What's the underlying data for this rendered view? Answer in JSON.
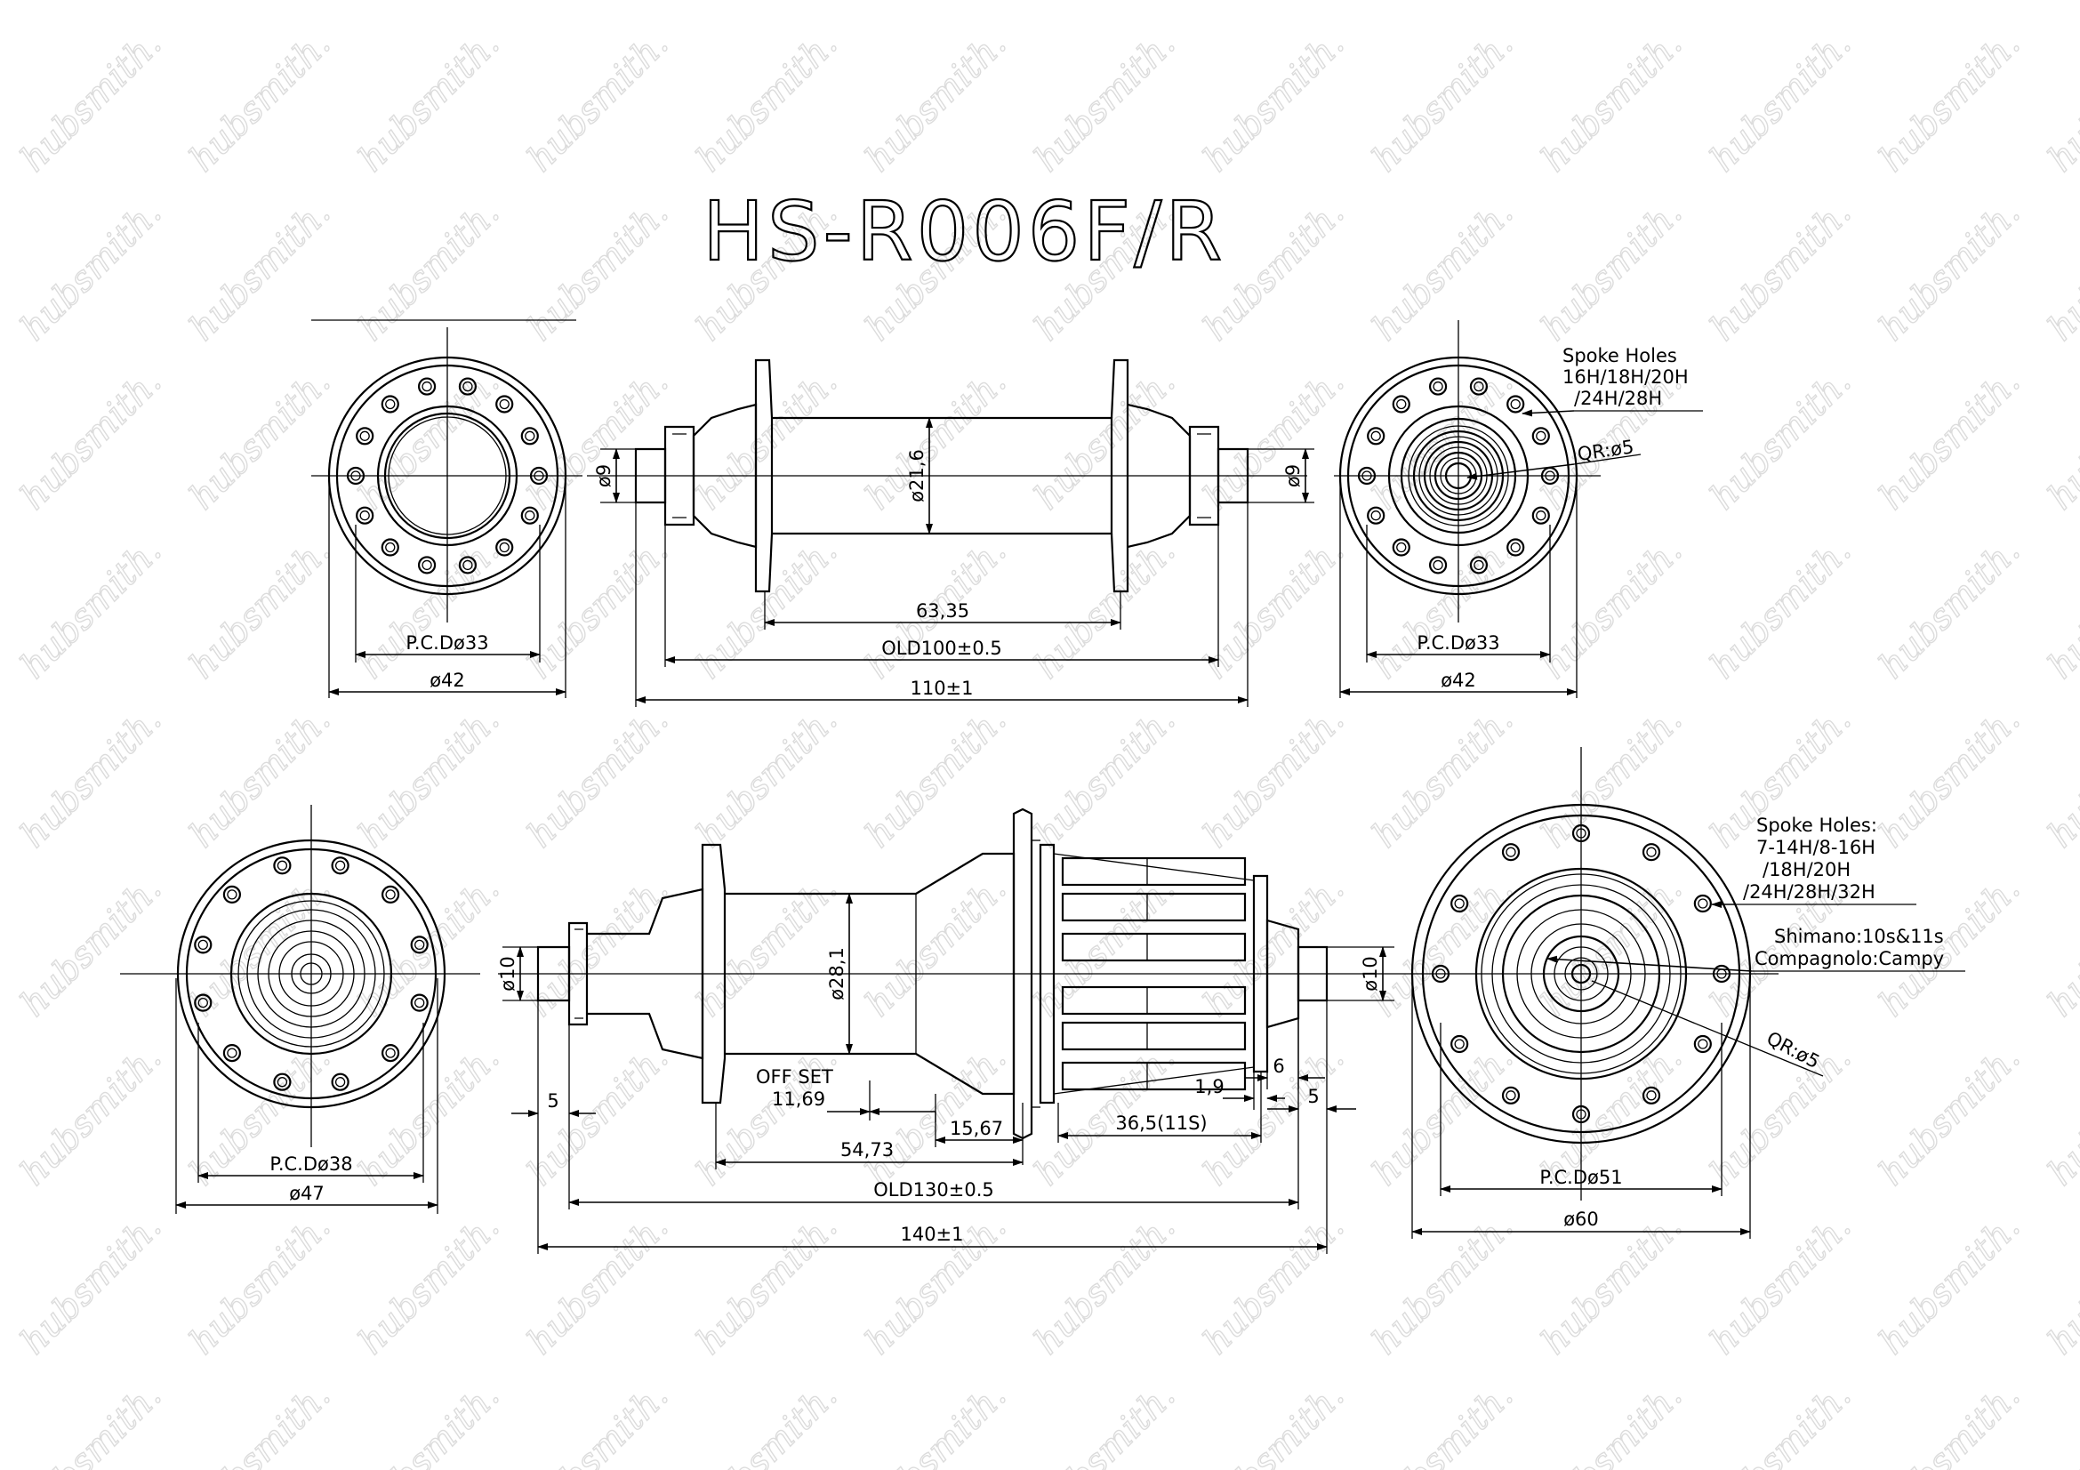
{
  "title": "HS-R006F/R",
  "watermark": "hubsmith.",
  "front": {
    "left_view": {
      "pcd": "P.C.Dø33",
      "outer": "ø42"
    },
    "side_view": {
      "axle_left": "ø9",
      "axle_right": "ø9",
      "body_dia": "ø21,6",
      "flange_spacing": "63,35",
      "old": "OLD100±0.5",
      "overall": "110±1"
    },
    "right_view": {
      "pcd": "P.C.Dø33",
      "outer": "ø42",
      "spoke_holes_title": "Spoke Holes",
      "spoke_holes_line1": "16H/18H/20H",
      "spoke_holes_line2": "/24H/28H",
      "qr": "QR:ø5"
    }
  },
  "rear": {
    "left_view": {
      "pcd": "P.C.Dø38",
      "outer": "ø47"
    },
    "side_view": {
      "axle_left": "ø10",
      "axle_right": "ø10",
      "body_dia": "ø28,1",
      "offset_label": "OFF SET",
      "offset_value": "11,69",
      "dim_54": "54,73",
      "dim_15": "15,67",
      "dim_1_9": "1,9",
      "dim_6": "6",
      "dim_5_left": "5",
      "dim_5_right": "5",
      "freehub": "36,5(11S)",
      "old": "OLD130±0.5",
      "overall": "140±1"
    },
    "right_view": {
      "pcd": "P.C.Dø51",
      "outer": "ø60",
      "spoke_holes_title": "Spoke Holes:",
      "spoke_holes_line1": "7-14H/8-16H",
      "spoke_holes_line2": "/18H/20H",
      "spoke_holes_line3": "/24H/28H/32H",
      "compat_line1": "Shimano:10s&11s",
      "compat_line2": "Compagnolo:Campy",
      "qr": "QR:ø5"
    }
  }
}
